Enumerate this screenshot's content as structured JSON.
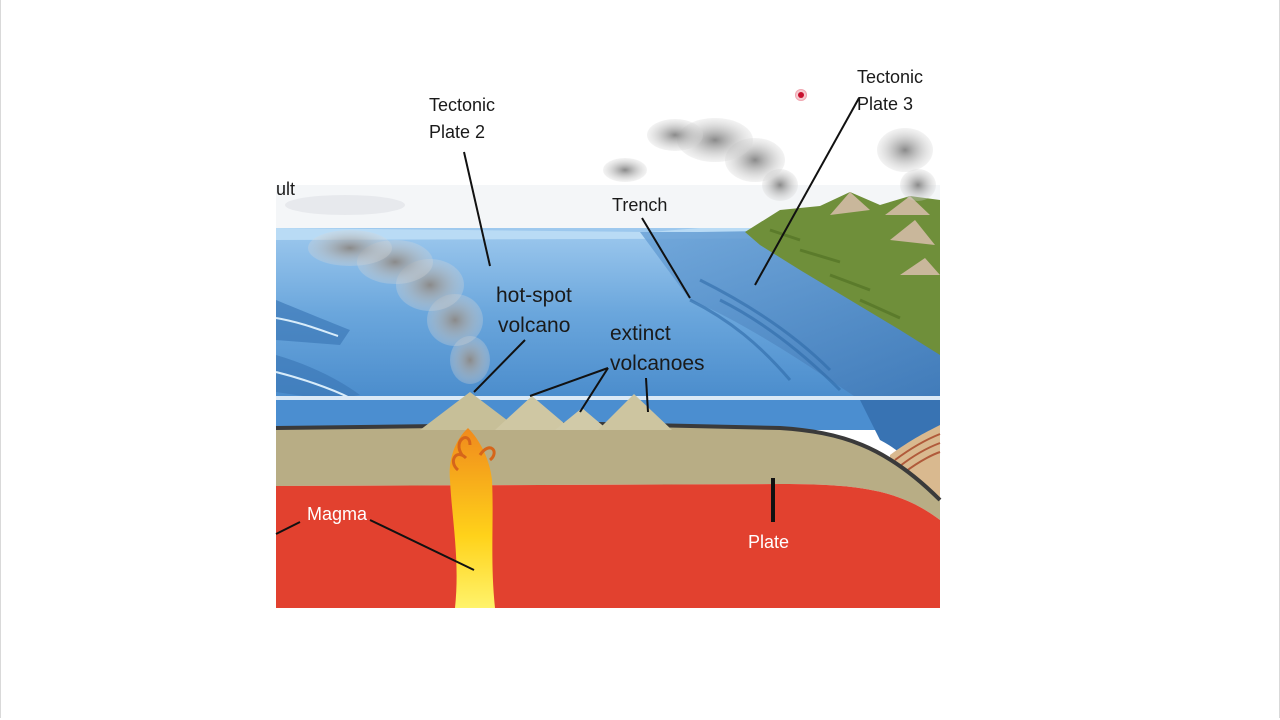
{
  "labels": {
    "partial_left": "ult",
    "plate2_line1": "Tectonic",
    "plate2_line2": "Plate 2",
    "plate3_line1": "Tectonic",
    "plate3_line2": "Plate 3",
    "trench": "Trench",
    "hotspot_line1": "hot-spot",
    "hotspot_line2": "volcano",
    "extinct_line1": "extinct",
    "extinct_line2": "volcanoes",
    "magma": "Magma",
    "plate": "Plate"
  },
  "colors": {
    "ocean": "#5a9ad6",
    "ocean_light": "#8cc0ea",
    "crust": "#b8ad85",
    "mantle": "#e2412f",
    "magma": "#f5a623",
    "land": "#6f8f3a"
  }
}
